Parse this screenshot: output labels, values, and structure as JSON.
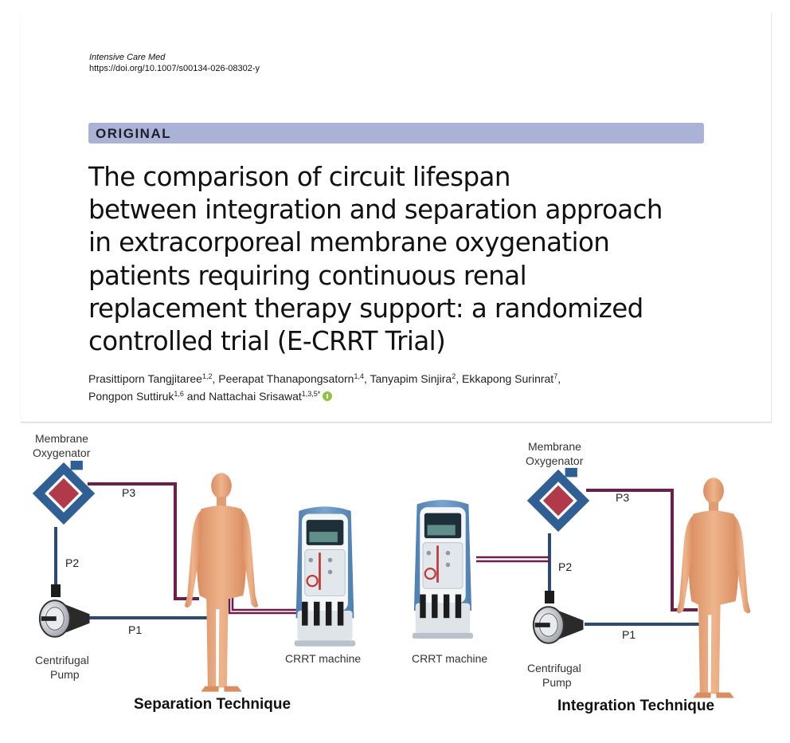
{
  "journal": "Intensive Care Med",
  "doi": "https://doi.org/10.1007/s00134-026-08302-y",
  "article_type": "ORIGINAL",
  "title_lines": [
    "The comparison of circuit lifespan",
    "between integration and separation approach",
    "in extracorporeal membrane oxygenation",
    "patients requiring continuous renal",
    "replacement therapy support: a randomized",
    "controlled trial (E-CRRT Trial)"
  ],
  "authors": [
    {
      "name": "Prasittiporn Tangjitaree",
      "aff": "1,2",
      "sep": ", "
    },
    {
      "name": "Peerapat Thanapongsatorn",
      "aff": "1,4",
      "sep": ", "
    },
    {
      "name": "Tanyapim Sinjira",
      "aff": "2",
      "sep": ", "
    },
    {
      "name": "Ekkapong Surinrat",
      "aff": "7",
      "sep": ","
    },
    {
      "name": "Pongpon Suttiruk",
      "aff": "1,6",
      "sep": " and "
    },
    {
      "name": "Nattachai Srisawat",
      "aff": "1,3,5*",
      "sep": ""
    }
  ],
  "figure": {
    "left": {
      "membrane_label": [
        "Membrane",
        "Oxygenator"
      ],
      "pump_label": [
        "Centrifugal",
        "Pump"
      ],
      "crrt_label": "CRRT machine",
      "lines": [
        "P3",
        "P2",
        "P1"
      ],
      "caption": "Separation Technique"
    },
    "right": {
      "membrane_label": [
        "Membrane",
        "Oxygenator"
      ],
      "pump_label": [
        "Centrifugal",
        "Pump"
      ],
      "crrt_label": "CRRT machine",
      "lines": [
        "P3",
        "P2",
        "P1"
      ],
      "caption": "Integration Technique"
    },
    "colors": {
      "arterial": "#6b1f4a",
      "venous": "#2c4a74",
      "oxygenator": "#2f5f94",
      "oxygenator_core": "#b03a4a",
      "skin": "#e9a77e",
      "crrt_body": "#5a88b8"
    }
  }
}
